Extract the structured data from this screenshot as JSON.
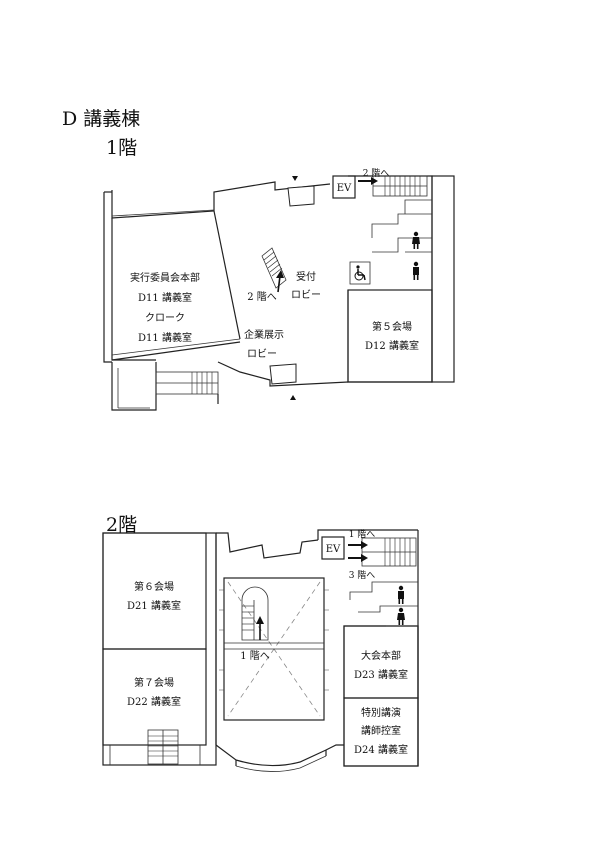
{
  "building_title": "D 講義棟",
  "floor1": {
    "title": "1階",
    "rooms": {
      "hq_lines": [
        "実行委員会本部",
        "D11 講義室",
        "クローク",
        "D11 講義室"
      ],
      "hall5_lines": [
        "第５会場",
        "D12 講義室"
      ],
      "reception_lines": [
        "受付",
        "ロビー"
      ],
      "exhibit_lines": [
        "企業展示",
        "ロビー"
      ]
    },
    "stairs_up": "2 階へ",
    "stairs_up_top": "2 階へ",
    "ev": "EV"
  },
  "floor2": {
    "title": "2階",
    "rooms": {
      "hall6_lines": [
        "第６会場",
        "D21 講義室"
      ],
      "hall7_lines": [
        "第７会場",
        "D22 講義室"
      ],
      "conf_hq_lines": [
        "大会本部",
        "D23 講義室"
      ],
      "speaker_lines": [
        "特別講演",
        "講師控室",
        "D24 講義室"
      ]
    },
    "stairs_down": "1 階へ",
    "stairs_down_top": "1 階へ",
    "stairs_up_top": "3 階へ",
    "ev": "EV"
  },
  "icons": [
    "male-restroom-icon",
    "female-restroom-icon",
    "wheelchair-icon",
    "arrow-icon"
  ]
}
